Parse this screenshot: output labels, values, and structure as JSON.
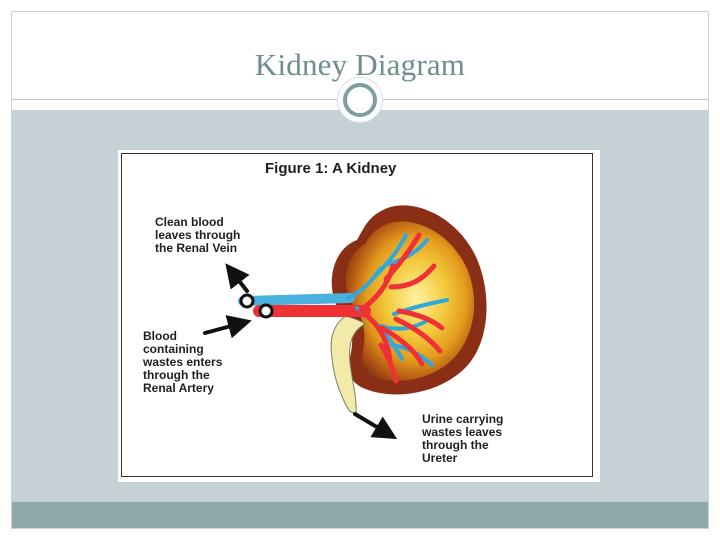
{
  "slide": {
    "title": "Kidney Diagram"
  },
  "figure": {
    "title": "Figure 1: A Kidney",
    "labels": {
      "clean_blood": [
        "Clean blood",
        "leaves through",
        "the Renal Vein"
      ],
      "blood_artery": [
        "Blood",
        "containing",
        "wastes enters",
        "through the",
        "Renal Artery"
      ],
      "urine_ureter": [
        "Urine carrying",
        "wastes leaves",
        "through the",
        "Ureter"
      ]
    }
  },
  "colors": {
    "title_text": "#6f8c8f",
    "content_band": "#c6d1d5",
    "bottom_band": "#8fa9a9",
    "kidney_outer": "#8a2f16",
    "kidney_inner": "#e6a51e",
    "artery": "#ee2f32",
    "vein": "#2ea6d8",
    "ureter": "#f0e6a0"
  }
}
